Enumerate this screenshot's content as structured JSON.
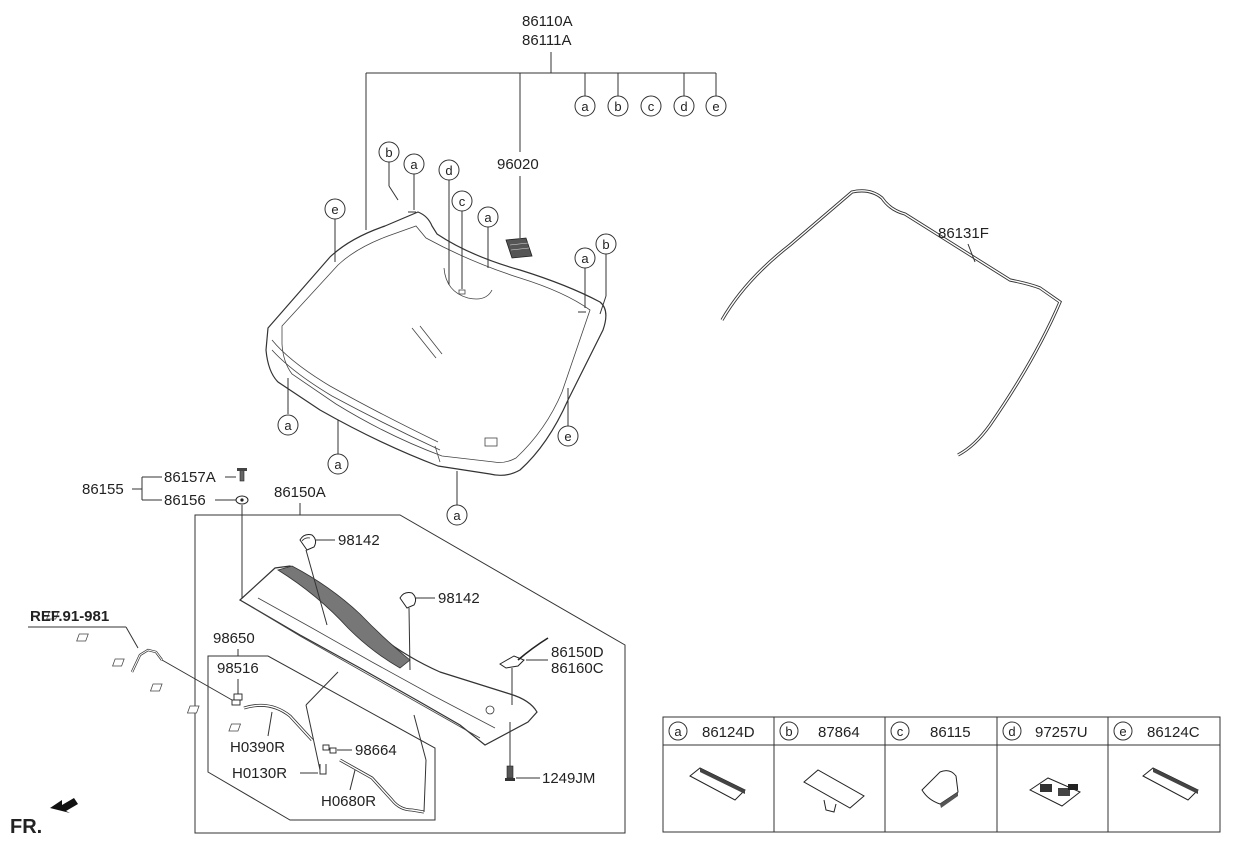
{
  "labels": {
    "glass_part_no_1": "86110A",
    "glass_part_no_2": "86111A",
    "sensor": "96020",
    "molding": "86131F",
    "bolt": "86157A",
    "clip_assy": "86155",
    "clip": "86156",
    "cowl_panel": "86150A",
    "nozzle_1": "98142",
    "nozzle_2": "98142",
    "ref": "REF.91-981",
    "hose_assy": "98650",
    "check_valve": "98516",
    "cover_1": "86150D",
    "cover_2": "86160C",
    "hose_1": "H0390R",
    "connector": "98664",
    "hose_2": "H0130R",
    "hose_3": "H0680R",
    "screw": "1249JM",
    "fr": "FR."
  },
  "letters": {
    "a": "a",
    "b": "b",
    "c": "c",
    "d": "d",
    "e": "e"
  },
  "legend": [
    {
      "letter": "a",
      "part": "86124D"
    },
    {
      "letter": "b",
      "part": "87864"
    },
    {
      "letter": "c",
      "part": "86115"
    },
    {
      "letter": "d",
      "part": "97257U"
    },
    {
      "letter": "e",
      "part": "86124C"
    }
  ]
}
